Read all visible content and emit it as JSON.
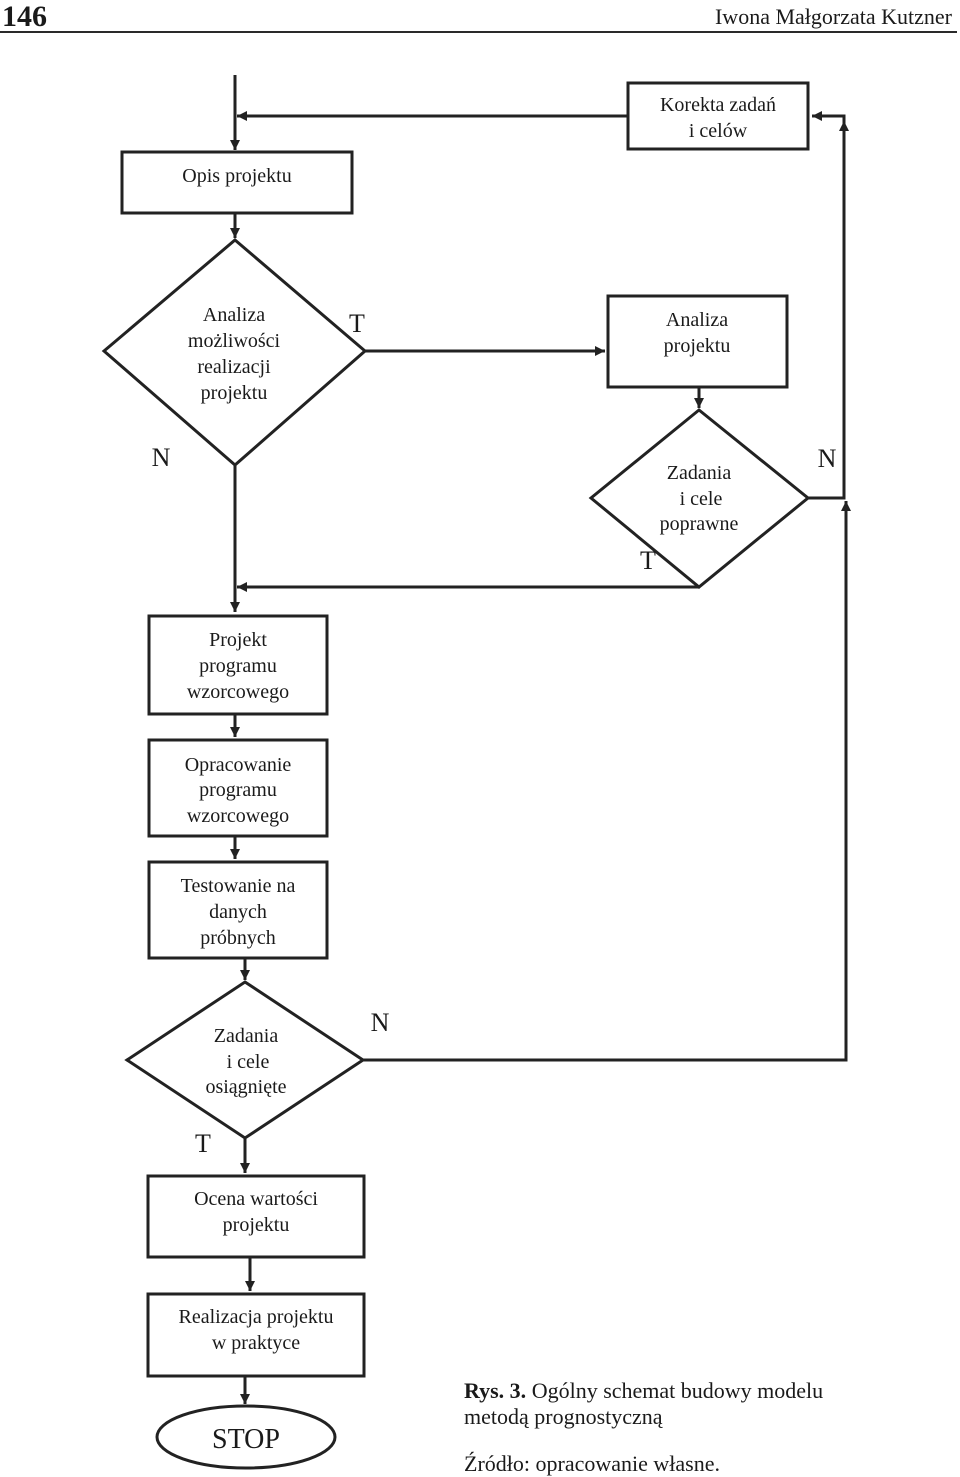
{
  "header": {
    "page_number": "146",
    "author": "Iwona Małgorzata Kutzner"
  },
  "nodes": {
    "korekta": [
      "Korekta zadań",
      "i celów"
    ],
    "opis": [
      "Opis projektu"
    ],
    "analiza_mozliwosci": [
      "Analiza",
      "możliwości",
      "realizacji",
      "projektu"
    ],
    "analiza_projektu": [
      "Analiza",
      "projektu"
    ],
    "zadania_poprawne": [
      "Zadania",
      "i cele",
      "poprawne"
    ],
    "projekt_programu": [
      "Projekt",
      "programu",
      "wzorcowego"
    ],
    "opracowanie": [
      "Opracowanie",
      "programu",
      "wzorcowego"
    ],
    "testowanie": [
      "Testowanie na",
      "danych",
      "próbnych"
    ],
    "zadania_osiagniete": [
      "Zadania",
      "i cele",
      "osiągnięte"
    ],
    "ocena": [
      "Ocena wartości",
      "projektu"
    ],
    "realizacja": [
      "Realizacja projektu",
      "w praktyce"
    ],
    "stop": [
      "STOP"
    ]
  },
  "edge_labels": {
    "analiza_yes": "T",
    "analiza_no": "N",
    "poprawne_no": "N",
    "poprawne_yes": "T",
    "osiagniete_no": "N",
    "osiagniete_yes": "T"
  },
  "caption": {
    "number": "Rys. 3.",
    "text_line1": " Ogólny schemat budowy modelu",
    "text_line2": "metodą prognostyczną",
    "source": "Źródło: opracowanie własne."
  }
}
